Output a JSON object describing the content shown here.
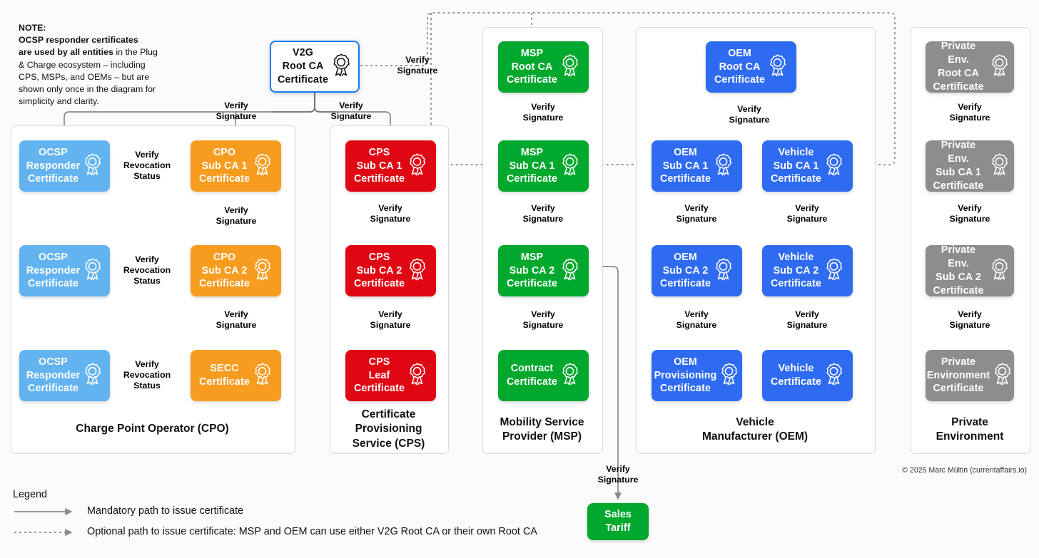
{
  "note": {
    "head": "NOTE:",
    "line_bold_1": "OCSP responder certificates",
    "line_bold_2": "are used by all entities",
    "rest": " in the Plug & Charge ecosystem – including CPS, MSPs, and OEMs – but are shown only once in the diagram for simplicity and clarity."
  },
  "colors": {
    "ocsp_blue": "#63b3f0",
    "cpo_orange": "#f89c20",
    "cps_red": "#e00714",
    "msp_green": "#00a82d",
    "oem_blue": "#2f6bf0",
    "private_gray": "#8d8d8d",
    "root_border": "#1a7af0",
    "line": "#8a8a8a",
    "panel_border": "#d8d8d8"
  },
  "root": {
    "label": "V2G\nRoot CA\nCertificate",
    "icon": "certificate-rosette-icon"
  },
  "edge_labels": {
    "verify_signature": "Verify\nSignature",
    "verify_revocation": "Verify\nRevocation\nStatus"
  },
  "groups": [
    {
      "id": "cpo",
      "title": "Charge Point Operator (CPO)",
      "boxes": [
        {
          "id": "ocsp-1",
          "label": "OCSP\nResponder\nCertificate",
          "color": "#63b3f0",
          "icon": "certificate-rosette-icon"
        },
        {
          "id": "cpo-sub-1",
          "label": "CPO\nSub CA 1\nCertificate",
          "color": "#f89c20",
          "icon": "certificate-rosette-icon"
        },
        {
          "id": "ocsp-2",
          "label": "OCSP\nResponder\nCertificate",
          "color": "#63b3f0",
          "icon": "certificate-rosette-icon"
        },
        {
          "id": "cpo-sub-2",
          "label": "CPO\nSub CA 2\nCertificate",
          "color": "#f89c20",
          "icon": "certificate-rosette-icon"
        },
        {
          "id": "ocsp-3",
          "label": "OCSP\nResponder\nCertificate",
          "color": "#63b3f0",
          "icon": "certificate-rosette-icon"
        },
        {
          "id": "secc",
          "label": "SECC\nCertificate",
          "color": "#f89c20",
          "icon": "certificate-rosette-icon"
        }
      ]
    },
    {
      "id": "cps",
      "title": "Certificate\nProvisioning\nService (CPS)",
      "boxes": [
        {
          "id": "cps-sub-1",
          "label": "CPS\nSub CA 1\nCertificate",
          "color": "#e00714",
          "icon": "certificate-rosette-icon"
        },
        {
          "id": "cps-sub-2",
          "label": "CPS\nSub CA 2\nCertificate",
          "color": "#e00714",
          "icon": "certificate-rosette-icon"
        },
        {
          "id": "cps-leaf",
          "label": "CPS\nLeaf\nCertificate",
          "color": "#e00714",
          "icon": "certificate-rosette-icon"
        }
      ]
    },
    {
      "id": "msp",
      "title": "Mobility Service\nProvider (MSP)",
      "boxes": [
        {
          "id": "msp-root",
          "label": "MSP\nRoot CA\nCertificate",
          "color": "#00a82d",
          "icon": "certificate-rosette-icon"
        },
        {
          "id": "msp-sub-1",
          "label": "MSP\nSub CA 1\nCertificate",
          "color": "#00a82d",
          "icon": "certificate-rosette-icon"
        },
        {
          "id": "msp-sub-2",
          "label": "MSP\nSub CA 2\nCertificate",
          "color": "#00a82d",
          "icon": "certificate-rosette-icon"
        },
        {
          "id": "contract",
          "label": "Contract\nCertificate",
          "color": "#00a82d",
          "icon": "certificate-rosette-icon"
        }
      ]
    },
    {
      "id": "oem",
      "title": "Vehicle\nManufacturer (OEM)",
      "boxes": [
        {
          "id": "oem-root",
          "label": "OEM\nRoot CA\nCertificate",
          "color": "#2f6bf0",
          "icon": "certificate-rosette-icon"
        },
        {
          "id": "oem-sub-1",
          "label": "OEM\nSub CA 1\nCertificate",
          "color": "#2f6bf0",
          "icon": "certificate-rosette-icon"
        },
        {
          "id": "veh-sub-1",
          "label": "Vehicle\nSub CA 1\nCertificate",
          "color": "#2f6bf0",
          "icon": "certificate-rosette-icon"
        },
        {
          "id": "oem-sub-2",
          "label": "OEM\nSub CA 2\nCertificate",
          "color": "#2f6bf0",
          "icon": "certificate-rosette-icon"
        },
        {
          "id": "veh-sub-2",
          "label": "Vehicle\nSub CA 2\nCertificate",
          "color": "#2f6bf0",
          "icon": "certificate-rosette-icon"
        },
        {
          "id": "oem-prov",
          "label": "OEM\nProvisioning\nCertificate",
          "color": "#2f6bf0",
          "icon": "certificate-rosette-icon"
        },
        {
          "id": "veh-cert",
          "label": "Vehicle\nCertificate",
          "color": "#2f6bf0",
          "icon": "certificate-rosette-icon"
        }
      ]
    },
    {
      "id": "private",
      "title": "Private\nEnvironment",
      "boxes": [
        {
          "id": "pe-root",
          "label": "Private Env.\nRoot CA\nCertificate",
          "color": "#8d8d8d",
          "icon": "certificate-rosette-icon"
        },
        {
          "id": "pe-sub-1",
          "label": "Private Env.\nSub CA 1\nCertificate",
          "color": "#8d8d8d",
          "icon": "certificate-rosette-icon"
        },
        {
          "id": "pe-sub-2",
          "label": "Private Env.\nSub CA 2\nCertificate",
          "color": "#8d8d8d",
          "icon": "certificate-rosette-icon"
        },
        {
          "id": "pe-cert",
          "label": "Private\nEnvironment\nCertificate",
          "color": "#8d8d8d",
          "icon": "certificate-rosette-icon"
        }
      ]
    }
  ],
  "sales_tariff": {
    "label": "Sales\nTariff",
    "color": "#00a82d"
  },
  "legend": {
    "title": "Legend",
    "rows": [
      {
        "style": "solid",
        "text": "Mandatory path to issue certificate"
      },
      {
        "style": "dashed",
        "text": "Optional path to issue certificate: MSP and OEM can use either V2G Root CA or their own Root CA"
      }
    ]
  },
  "copyright": "© 2025 Marc Mültin (currentaffairs.io)"
}
